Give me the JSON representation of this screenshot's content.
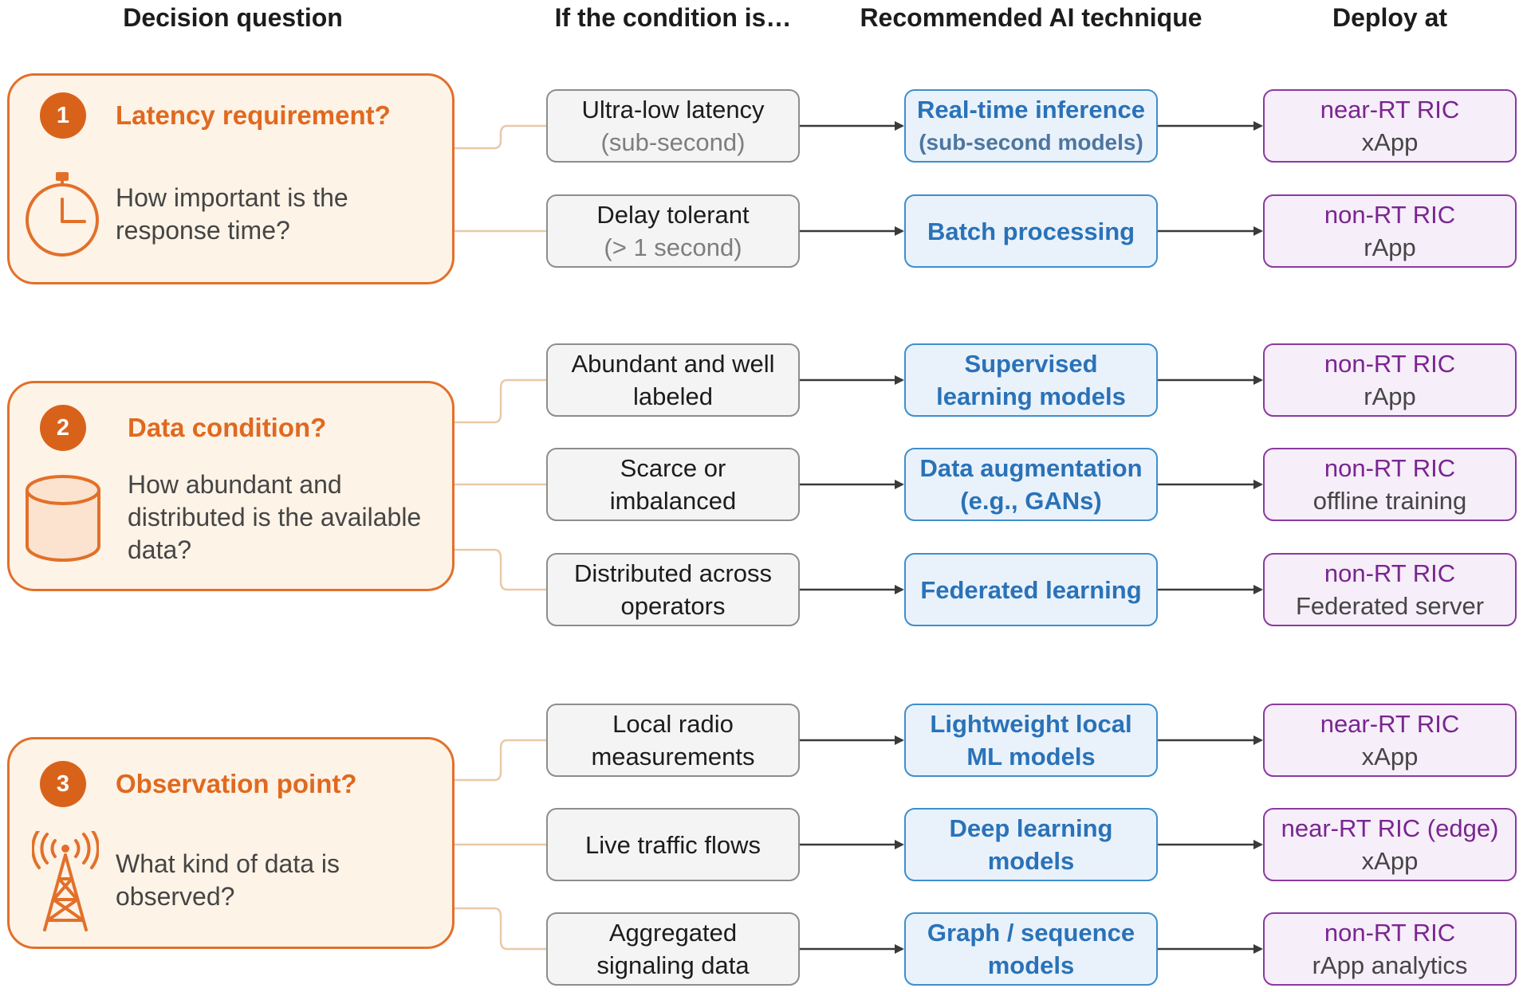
{
  "headers": {
    "question": "Decision question",
    "condition": "If the condition is…",
    "technique": "Recommended AI technique",
    "deploy": "Deploy at"
  },
  "colors": {
    "question_accent": "#e2702a",
    "question_fill": "#fdf3e7",
    "condition_border": "#8d8d8d",
    "technique_accent": "#2a72b8",
    "deploy_accent": "#7a2590"
  },
  "groups": [
    {
      "number": "1",
      "title": "Latency requirement?",
      "icon": "stopwatch-icon",
      "description": [
        "How important is the",
        "response time?"
      ],
      "branches": [
        {
          "condition": [
            "Ultra-low latency"
          ],
          "condition_note": "(sub-second)",
          "technique": [
            "Real-time inference"
          ],
          "technique_note": "(sub-second models)",
          "deploy": [
            "near-RT RIC",
            "xApp"
          ]
        },
        {
          "condition": [
            "Delay tolerant"
          ],
          "condition_note": "(> 1 second)",
          "technique": [
            "Batch processing"
          ],
          "deploy": [
            "non-RT RIC",
            "rApp"
          ]
        }
      ]
    },
    {
      "number": "2",
      "title": "Data condition?",
      "icon": "database-icon",
      "description": [
        "How abundant and",
        "distributed is the available",
        "data?"
      ],
      "branches": [
        {
          "condition": [
            "Abundant and well",
            "labeled"
          ],
          "technique": [
            "Supervised",
            "learning models"
          ],
          "deploy": [
            "non-RT RIC",
            "rApp"
          ]
        },
        {
          "condition": [
            "Scarce or",
            "imbalanced"
          ],
          "technique": [
            "Data augmentation",
            "(e.g., GANs)"
          ],
          "deploy": [
            "non-RT RIC",
            "offline training"
          ]
        },
        {
          "condition": [
            "Distributed across",
            "operators"
          ],
          "technique": [
            "Federated learning"
          ],
          "deploy": [
            "non-RT RIC",
            "Federated server"
          ]
        }
      ]
    },
    {
      "number": "3",
      "title": "Observation point?",
      "icon": "radio-tower-icon",
      "description": [
        "What kind of data is",
        "observed?"
      ],
      "branches": [
        {
          "condition": [
            "Local radio",
            "measurements"
          ],
          "technique": [
            "Lightweight local",
            "ML models"
          ],
          "deploy": [
            "near-RT RIC",
            "xApp"
          ]
        },
        {
          "condition": [
            "Live traffic flows"
          ],
          "technique": [
            "Deep learning",
            "models"
          ],
          "deploy": [
            "near-RT RIC (edge)",
            "xApp"
          ]
        },
        {
          "condition": [
            "Aggregated",
            "signaling data"
          ],
          "technique": [
            "Graph / sequence",
            "models"
          ],
          "deploy": [
            "non-RT RIC",
            "rApp analytics"
          ]
        }
      ]
    }
  ]
}
